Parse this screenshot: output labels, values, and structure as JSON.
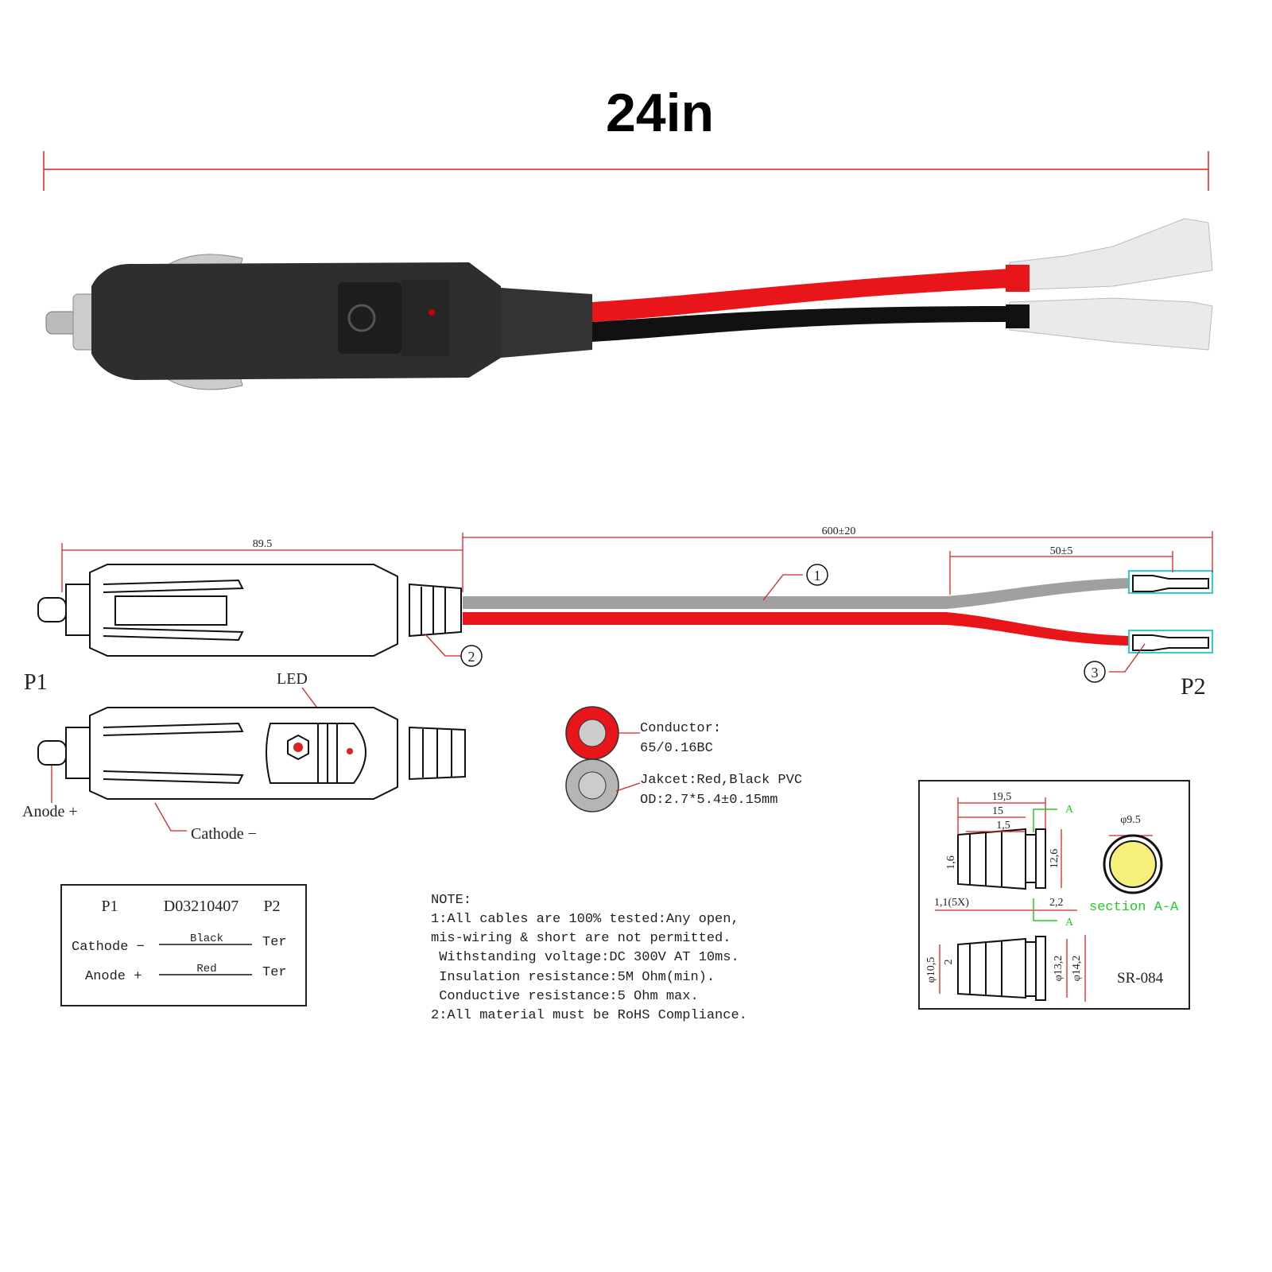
{
  "title": "24in",
  "colors": {
    "red_wire": "#e8151b",
    "black_wire": "#111111",
    "gray_wire": "#a0a0a0",
    "dimension": "#dd2222",
    "section_label": "#22cc22",
    "section_fill": "#f5f07a"
  },
  "drawing": {
    "dim_plug": "89.5",
    "dim_cable": "600±20",
    "dim_split": "50±5",
    "callouts": [
      "1",
      "2",
      "3"
    ],
    "p1": "P1",
    "p2": "P2",
    "led": "LED",
    "anode": "Anode +",
    "cathode": "Cathode −"
  },
  "wire_spec": {
    "conductor_l1": "Conductor:",
    "conductor_l2": "65/0.16BC",
    "jacket_l1": "Jakcet:Red,Black PVC",
    "jacket_l2": "OD:2.7*5.4±0.15mm"
  },
  "pin_table": {
    "header": [
      "P1",
      "D03210407",
      "P2"
    ],
    "rows": [
      {
        "p1": "Cathode −",
        "wire": "Black",
        "p2": "Ter"
      },
      {
        "p1": "Anode +",
        "wire": "Red",
        "p2": "Ter"
      }
    ]
  },
  "notes": [
    "NOTE:",
    "1:All cables are 100% tested:Any open,",
    "mis-wiring & short are not permitted.",
    " Withstanding voltage:DC 300V AT 10ms.",
    " Insulation resistance:5M Ohm(min).",
    " Conductive resistance:5 Ohm max.",
    "2:All material must be RoHS Compliance."
  ],
  "boot_detail": {
    "dims": [
      "19,5",
      "15",
      "1,5",
      "1,6",
      "12,6",
      "1,1(5X)",
      "2,2",
      "φ10,5",
      "2",
      "φ13,2",
      "φ14,2",
      "φ9.5"
    ],
    "section_marker": "A",
    "section_label": "section A-A",
    "part_no": "SR-084"
  }
}
